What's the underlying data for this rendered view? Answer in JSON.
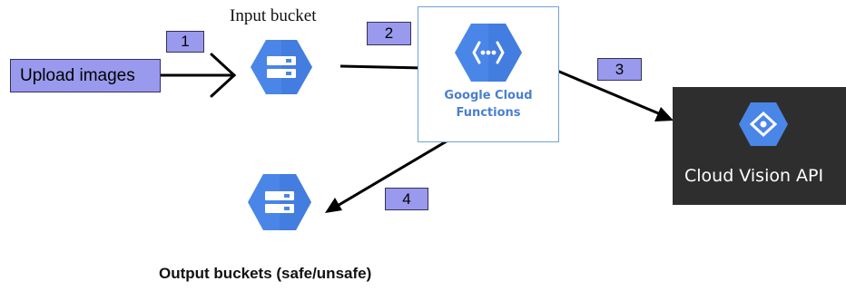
{
  "labels": {
    "input_bucket": "Input bucket",
    "upload_images": "Upload images",
    "functions_line1": "Google Cloud",
    "functions_line2": "Functions",
    "vision_api": "Cloud Vision API",
    "output_buckets": "Output buckets (safe/unsafe)"
  },
  "steps": {
    "s1": "1",
    "s2": "2",
    "s3": "3",
    "s4": "4"
  },
  "colors": {
    "badge_fill": "#9999ee",
    "gcp_blue": "#4a86e8",
    "functions_text": "#4a7fd0",
    "vision_bg": "#2e2e2e"
  },
  "icons": {
    "input_bucket": "cloud-storage-icon",
    "output_bucket": "cloud-storage-icon",
    "functions": "cloud-functions-icon",
    "vision": "cloud-vision-icon"
  }
}
